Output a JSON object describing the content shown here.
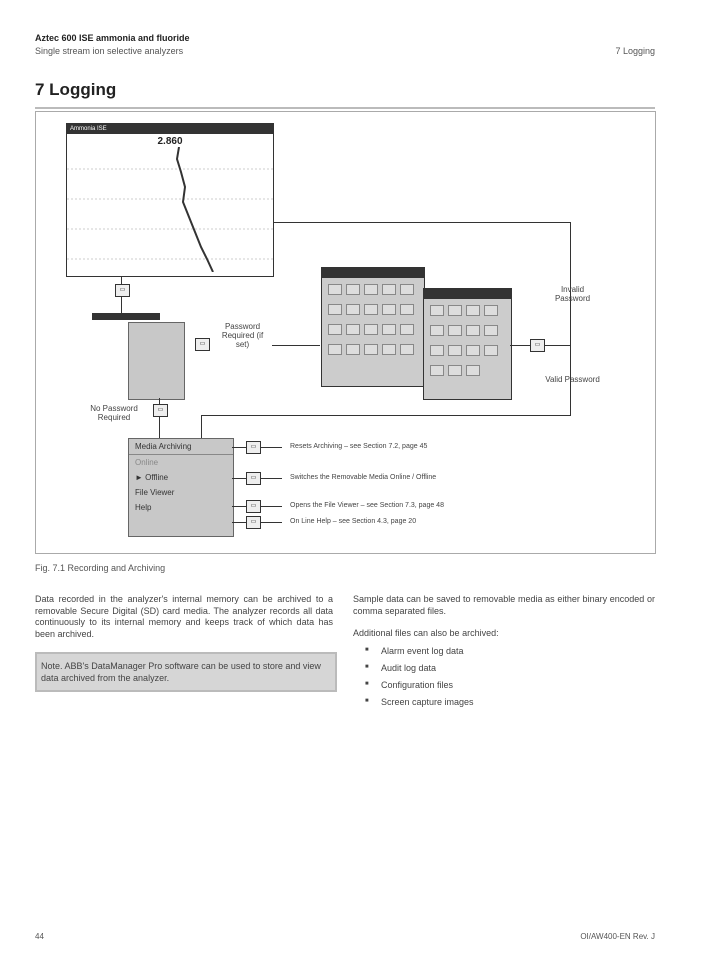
{
  "header": {
    "doc_title": "Aztec 600 ISE ammonia and fluoride",
    "doc_subtitle": "Single stream ion selective analyzers",
    "section_ref": "7 Logging"
  },
  "section_title": "7 Logging",
  "figure": {
    "screen": {
      "title": "Ammonia ISE",
      "value": "2.860"
    },
    "callouts": [
      "Password Required (if set)",
      "Invalid Password",
      "Valid Password",
      "No Password Required"
    ],
    "menu_items": [
      "Media Archiving",
      "Online",
      "Offline",
      "File Viewer",
      "Help"
    ],
    "descriptions": [
      "Resets Archiving – see Section 7.2, page 45",
      "Switches the Removable Media Online / Offline",
      "Opens the File Viewer – see Section 7.3, page 48",
      "On Line Help – see Section 4.3, page 20"
    ],
    "caption": "Fig. 7.1 Recording and Archiving"
  },
  "body": {
    "left_para": "Data recorded in the analyzer's internal memory can be archived to a removable Secure Digital (SD) card media. The analyzer records all data continuously to its internal memory and keeps track of which data has been archived.",
    "note": "Note. ABB's DataManager Pro software can be used to store and view data archived from the analyzer.",
    "right_para": "Sample data can be saved to removable media as either binary encoded or comma separated files.",
    "additional": "Additional files can also be archived:",
    "list": [
      "Alarm event log data",
      "Audit log data",
      "Configuration files",
      "Screen capture images"
    ]
  },
  "footer": {
    "page": "44",
    "doc_ref": "OI/AW400-EN Rev. J"
  }
}
